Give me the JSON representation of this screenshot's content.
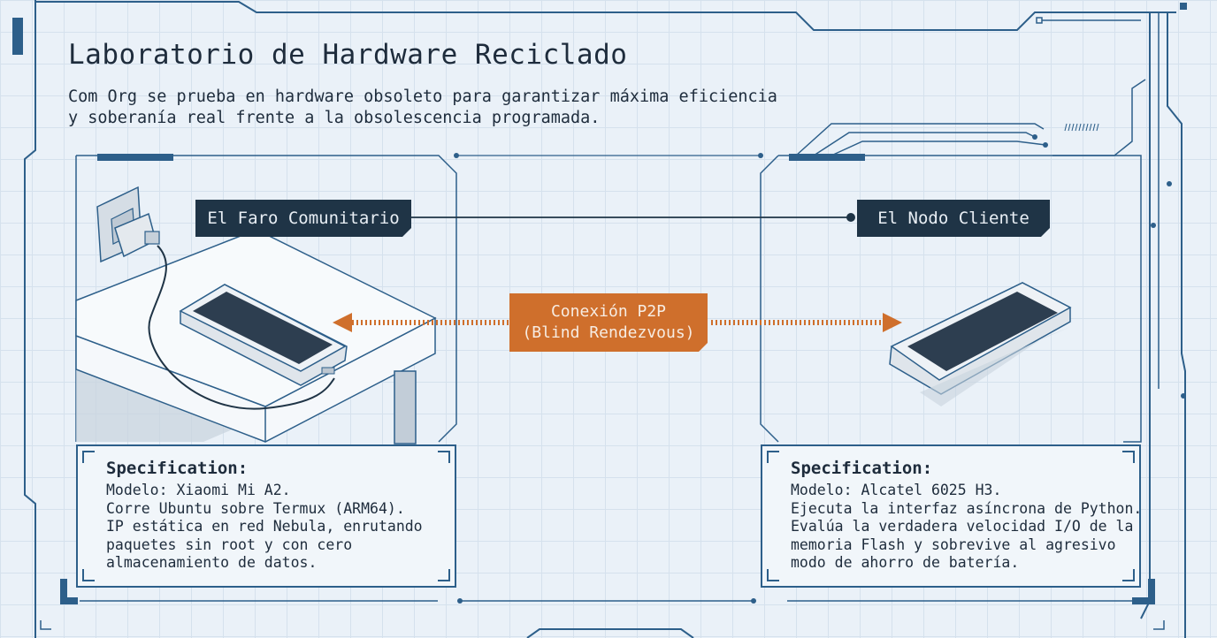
{
  "header": {
    "title": "Laboratorio de Hardware Reciclado",
    "subtitle_line1": "Com Org se prueba en hardware obsoleto para garantizar máxima eficiencia",
    "subtitle_line2": "y soberanía real frente a la obsolescencia programada."
  },
  "left_node": {
    "label": "El Faro Comunitario",
    "spec_heading": "Specification:",
    "spec_lines": [
      "Modelo: Xiaomi Mi A2.",
      "Corre Ubuntu sobre Termux (ARM64).",
      "IP estática en red Nebula, enrutando",
      "paquetes sin root y con cero",
      "almacenamiento de datos."
    ]
  },
  "right_node": {
    "label": "El Nodo Cliente",
    "spec_heading": "Specification:",
    "spec_lines": [
      "Modelo: Alcatel 6025 H3.",
      "Ejecuta la interfaz asíncrona de Python.",
      "Evalúa la verdadera velocidad I/O de la",
      "memoria Flash y sobrevive al agresivo",
      "modo de ahorro de batería."
    ]
  },
  "connection": {
    "line1": "Conexión P2P",
    "line2": "(Blind Rendezvous)"
  },
  "colors": {
    "accent": "#cf6f2c",
    "frame": "#2d5f8a",
    "label_bg": "#1f3446",
    "background": "#eaf1f8"
  }
}
